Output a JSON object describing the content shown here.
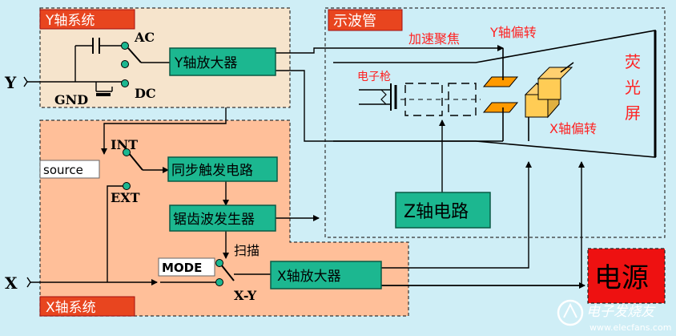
{
  "y_system": {
    "title": "Y轴系统"
  },
  "x_system": {
    "title": "X轴系统"
  },
  "crt": {
    "title": "示波管"
  },
  "inputs": {
    "y": "Y",
    "x": "X"
  },
  "switches": {
    "ac": "AC",
    "dc": "DC",
    "gnd": "GND",
    "int": "INT",
    "ext": "EXT",
    "sweep": "扫描",
    "xy": "X-Y"
  },
  "labels": {
    "source": "source",
    "mode": "MODE"
  },
  "blocks": {
    "y_amp": "Y轴放大器",
    "sync": "同步触发电路",
    "sawtooth": "锯齿波发生器",
    "x_amp": "X轴放大器",
    "z_circuit": "Z轴电路",
    "power": "电源"
  },
  "tube": {
    "accel_focus": "加速聚焦",
    "y_deflect": "Y轴偏转",
    "x_deflect": "X轴偏转",
    "gun": "电子枪",
    "screen": [
      "荧",
      "光",
      "屏"
    ]
  },
  "watermark": {
    "text": "电子发烧友",
    "url": "www.elecfans.com"
  },
  "colors": {
    "green": "#1cb790",
    "red": "#ff2222",
    "orange": "#ffbf99",
    "beige": "#f6e4cc",
    "panel_blue": "#cdeef7"
  }
}
